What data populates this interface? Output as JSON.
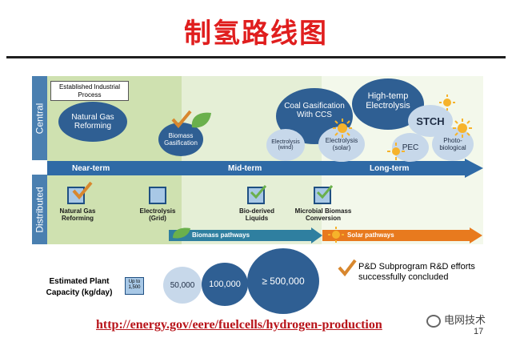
{
  "title": "制氢路线图",
  "established_box": "Established Industrial Process",
  "axis": {
    "central": "Central",
    "distributed": "Distributed"
  },
  "phases": {
    "near": "Near-term",
    "mid": "Mid-term",
    "long": "Long-term"
  },
  "central": {
    "natural_gas": "Natural Gas Reforming",
    "biomass_gas": "Biomass Gasification",
    "coal": "Coal Gasification With CCS",
    "elec_wind": "Electrolysis (wind)",
    "elec_solar": "Electrolysis (solar)",
    "high_temp": "High-temp Electrolysis",
    "stch": "STCH",
    "pec": "PEC",
    "photo": "Photo-biological"
  },
  "distributed": {
    "ngr": "Natural Gas Reforming",
    "grid": "Electrolysis (Grid)",
    "bio_liquids": "Bio-derived Liquids",
    "microbial": "Microbial Biomass Conversion"
  },
  "pathways": {
    "biomass": "Biomass pathways",
    "solar": "Solar pathways"
  },
  "capacity": {
    "label_line1": "Estimated Plant",
    "label_line2": "Capacity (kg/day)",
    "c1": "Up to 1,500",
    "c2": "50,000",
    "c3": "100,000",
    "c4": "≥ 500,000"
  },
  "legend": "P&D Subprogram R&D efforts successfully concluded",
  "url": "http://energy.gov/eere/fuelcells/hydrogen-production",
  "page_number": "17",
  "watermark": "电网技术",
  "colors": {
    "title": "#e01e1e",
    "dark_blue": "#2f5f93",
    "light_blue": "#c7d8ea",
    "orange": "#e87a1e",
    "check": "#d8872e",
    "leaf": "#6ab04c"
  }
}
